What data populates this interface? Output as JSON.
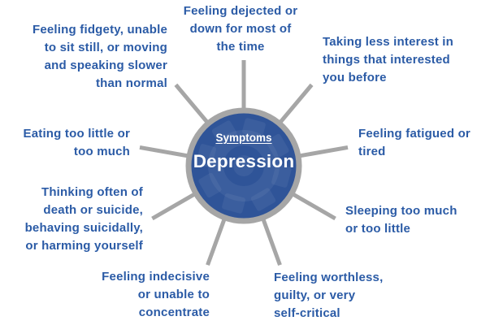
{
  "diagram": {
    "type": "radial-spoke-diagram",
    "topic": "Depression symptoms"
  },
  "center": {
    "heading": "Symptoms",
    "title": "Depression"
  },
  "colors": {
    "circle_fill": "#2f5498",
    "ring_and_spokes": "#a6a6a6",
    "label_text": "#2b5ba6",
    "center_text": "#ffffff"
  },
  "labels": [
    {
      "id": "fidgety",
      "text": "Feeling fidgety, unable\nto sit still, or moving\nand speaking slower\nthan normal"
    },
    {
      "id": "dejected",
      "text": "Feeling dejected or\ndown for most of\nthe time"
    },
    {
      "id": "interest",
      "text": "Taking less interest in\nthings that interested\nyou before"
    },
    {
      "id": "eating",
      "text": "Eating too little or\ntoo much"
    },
    {
      "id": "fatigued",
      "text": "Feeling fatigued or\ntired"
    },
    {
      "id": "death",
      "text": "Thinking often of\ndeath or suicide,\nbehaving suicidally,\nor harming yourself"
    },
    {
      "id": "sleeping",
      "text": "Sleeping too much\nor too little"
    },
    {
      "id": "indecisive",
      "text": "Feeling indecisive\nor unable to\nconcentrate"
    },
    {
      "id": "worthless",
      "text": "Feeling worthless,\nguilty, or very\nself-critical"
    }
  ]
}
